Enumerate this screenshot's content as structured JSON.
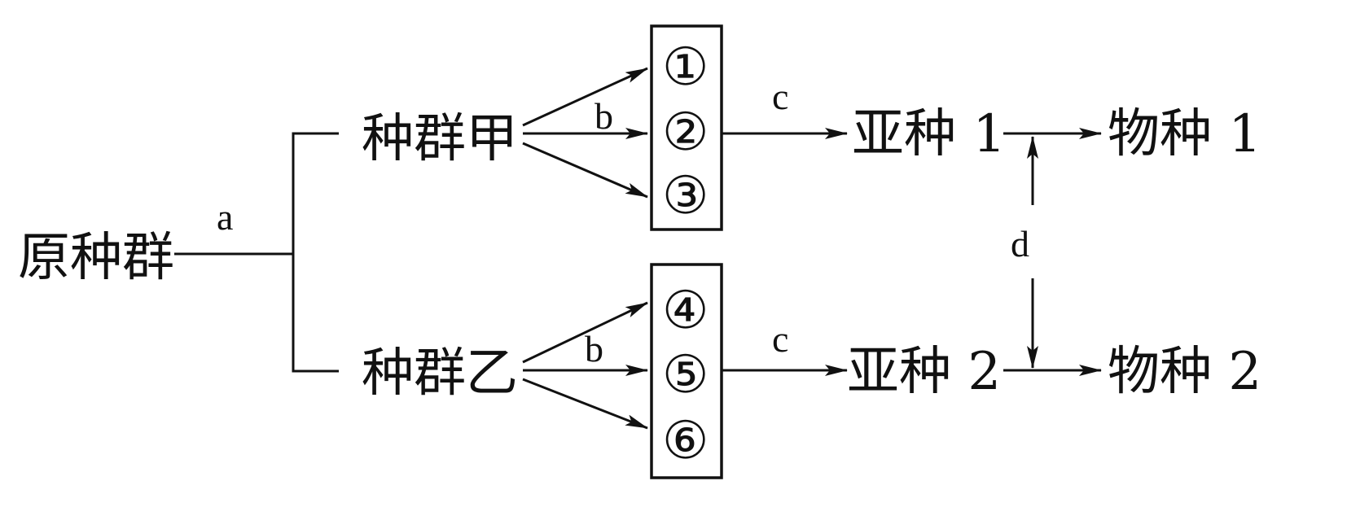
{
  "nodes": {
    "original": "原种群",
    "pop_a": "种群甲",
    "pop_b": "种群乙",
    "sub1": "亚种 1",
    "sub2": "亚种 2",
    "sp1": "物种 1",
    "sp2": "物种 2"
  },
  "labels": {
    "a": "a",
    "b_top": "b",
    "b_bottom": "b",
    "c_top": "c",
    "c_bottom": "c",
    "d": "d"
  },
  "box_top": [
    "①",
    "②",
    "③"
  ],
  "box_bottom": [
    "④",
    "⑤",
    "⑥"
  ]
}
